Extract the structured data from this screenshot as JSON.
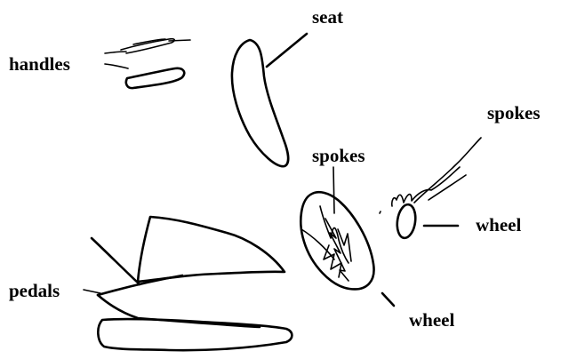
{
  "labels": {
    "seat": "seat",
    "handles": "handles",
    "spokes_center": "spokes",
    "spokes_right": "spokes",
    "wheel_right": "wheel",
    "wheel_bottom": "wheel",
    "pedals": "pedals"
  }
}
